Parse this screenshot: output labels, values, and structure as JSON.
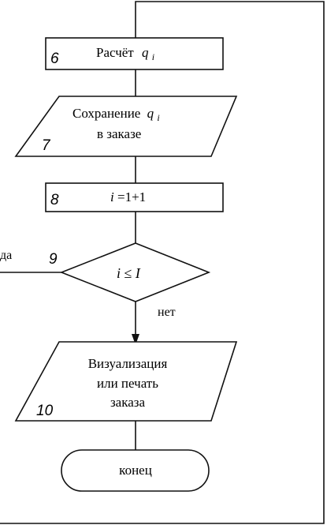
{
  "blocks": {
    "b6": {
      "number": "6",
      "text_main": "Расчёт",
      "text_var": "q",
      "text_sub": "i"
    },
    "b7": {
      "number": "7",
      "line1_main": "Сохранение",
      "line1_var": "q",
      "line1_sub": "i",
      "line2": "в заказе"
    },
    "b8": {
      "number": "8",
      "var": "i",
      "expr": " =1+1"
    },
    "b9": {
      "number": "9",
      "var": "i",
      "op": " ≤ ",
      "bound": "I"
    },
    "b10": {
      "number": "10",
      "line1": "Визуализация",
      "line2": "или печать",
      "line3": "заказа"
    },
    "end": {
      "text": "конец"
    }
  },
  "branches": {
    "yes": "да",
    "no": "нет"
  }
}
